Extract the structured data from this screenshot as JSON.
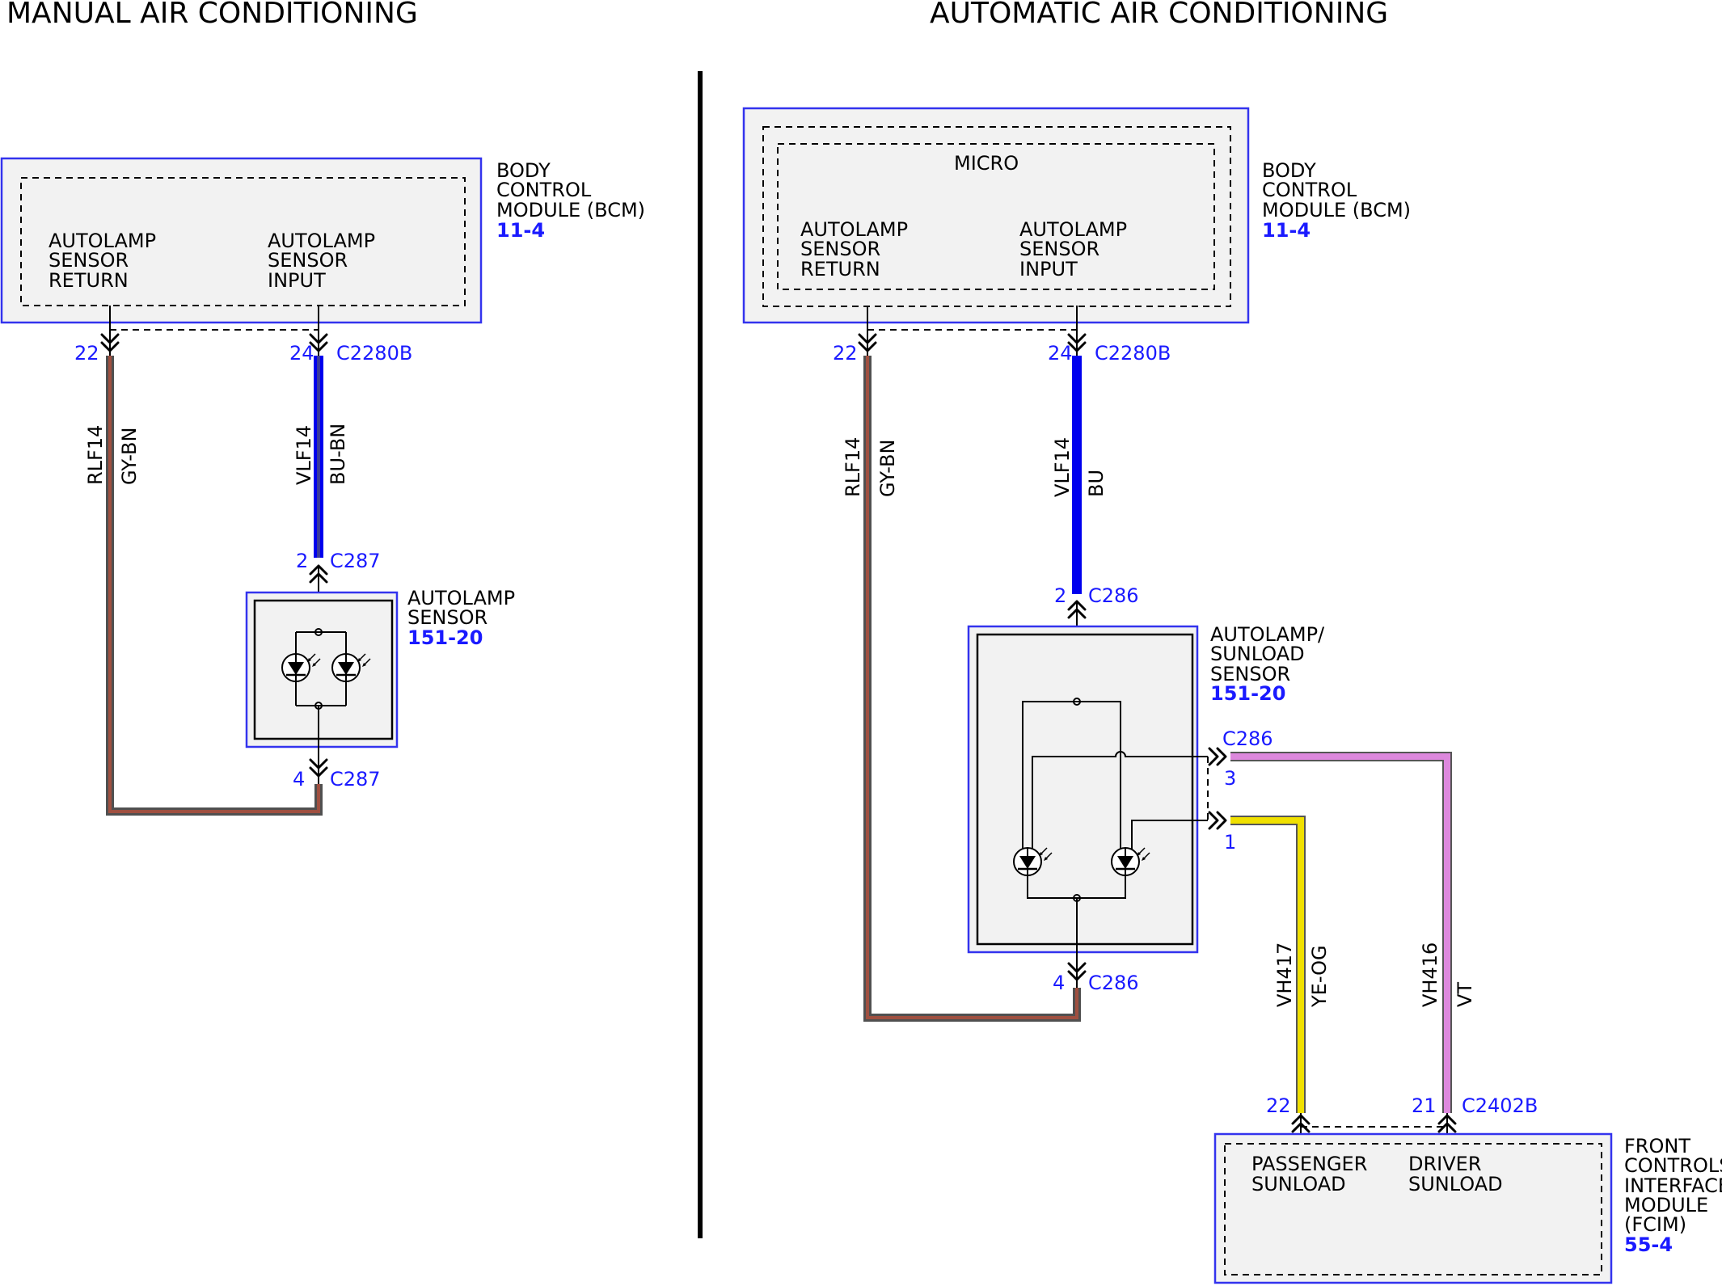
{
  "titles": {
    "manual": "MANUAL AIR CONDITIONING",
    "automatic": "AUTOMATIC AIR CONDITIONING"
  },
  "colors": {
    "gray_brown_outer": "#505050",
    "gray_brown_inner": "#a05040",
    "blue": "#0000ee",
    "blue_brown_inner": "#3a3a9a",
    "yellow": "#f0e000",
    "violet": "#dd88dd",
    "outline": "#3333ee",
    "label_blue": "#1a1aff"
  },
  "manual": {
    "bcm": {
      "name_lines": [
        "BODY",
        "CONTROL",
        "MODULE (BCM)"
      ],
      "ref": "11-4",
      "pin_return_lines": [
        "AUTOLAMP",
        "SENSOR",
        "RETURN"
      ],
      "pin_input_lines": [
        "AUTOLAMP",
        "SENSOR",
        "INPUT"
      ],
      "connector": "C2280B"
    },
    "wire_return": {
      "pin_top": "22",
      "circuit": "RLF14",
      "color": "GY-BN",
      "pin_bottom": "4",
      "connector_bottom": "C287"
    },
    "wire_input": {
      "pin_top": "24",
      "circuit": "VLF14",
      "color": "BU-BN",
      "pin_bottom": "2",
      "connector_bottom": "C287"
    },
    "sensor": {
      "name_lines": [
        "AUTOLAMP",
        "SENSOR"
      ],
      "ref": "151-20"
    }
  },
  "automatic": {
    "bcm": {
      "micro": "MICRO",
      "name_lines": [
        "BODY",
        "CONTROL",
        "MODULE (BCM)"
      ],
      "ref": "11-4",
      "pin_return_lines": [
        "AUTOLAMP",
        "SENSOR",
        "RETURN"
      ],
      "pin_input_lines": [
        "AUTOLAMP",
        "SENSOR",
        "INPUT"
      ],
      "connector": "C2280B"
    },
    "wire_return": {
      "pin_top": "22",
      "circuit": "RLF14",
      "color": "GY-BN",
      "pin_bottom": "4",
      "connector_bottom": "C286"
    },
    "wire_input": {
      "pin_top": "24",
      "circuit": "VLF14",
      "color": "BU",
      "pin_bottom": "2",
      "connector_bottom": "C286"
    },
    "sensor": {
      "name_lines": [
        "AUTOLAMP/",
        "SUNLOAD",
        "SENSOR"
      ],
      "ref": "151-20",
      "side_connector": "C286",
      "pin_driver": "3",
      "pin_passenger": "1"
    },
    "wire_passenger": {
      "circuit": "VH417",
      "color": "YE-OG",
      "pin": "22"
    },
    "wire_driver": {
      "circuit": "VH416",
      "color": "VT",
      "pin": "21",
      "connector": "C2402B"
    },
    "fcim": {
      "name_lines": [
        "FRONT",
        "CONTROLS",
        "INTERFACE",
        "MODULE",
        "(FCIM)"
      ],
      "ref": "55-4",
      "passenger_lines": [
        "PASSENGER",
        "SUNLOAD"
      ],
      "driver_lines": [
        "DRIVER",
        "SUNLOAD"
      ]
    }
  }
}
